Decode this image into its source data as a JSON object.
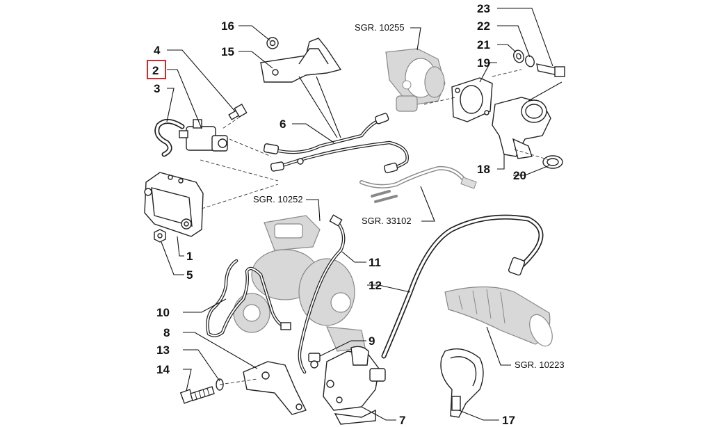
{
  "callouts": [
    {
      "id": "c1",
      "label": "1"
    },
    {
      "id": "c2",
      "label": "2",
      "highlighted": true
    },
    {
      "id": "c3",
      "label": "3"
    },
    {
      "id": "c4",
      "label": "4"
    },
    {
      "id": "c5",
      "label": "5"
    },
    {
      "id": "c6",
      "label": "6"
    },
    {
      "id": "c7",
      "label": "7"
    },
    {
      "id": "c8",
      "label": "8"
    },
    {
      "id": "c9",
      "label": "9"
    },
    {
      "id": "c10",
      "label": "10"
    },
    {
      "id": "c11",
      "label": "11"
    },
    {
      "id": "c12",
      "label": "12"
    },
    {
      "id": "c13",
      "label": "13"
    },
    {
      "id": "c14",
      "label": "14"
    },
    {
      "id": "c15",
      "label": "15"
    },
    {
      "id": "c16",
      "label": "16"
    },
    {
      "id": "c17",
      "label": "17"
    },
    {
      "id": "c18",
      "label": "18"
    },
    {
      "id": "c19",
      "label": "19"
    },
    {
      "id": "c20",
      "label": "20"
    },
    {
      "id": "c21",
      "label": "21"
    },
    {
      "id": "c22",
      "label": "22"
    },
    {
      "id": "c23",
      "label": "23"
    }
  ],
  "references": [
    {
      "id": "r10255",
      "label": "SGR. 10255"
    },
    {
      "id": "r10252",
      "label": "SGR. 10252"
    },
    {
      "id": "r33102",
      "label": "SGR. 33102"
    },
    {
      "id": "r10223",
      "label": "SGR. 10223"
    }
  ],
  "colors": {
    "highlight": "#e02424",
    "ink": "#111111",
    "background": "#ffffff"
  }
}
